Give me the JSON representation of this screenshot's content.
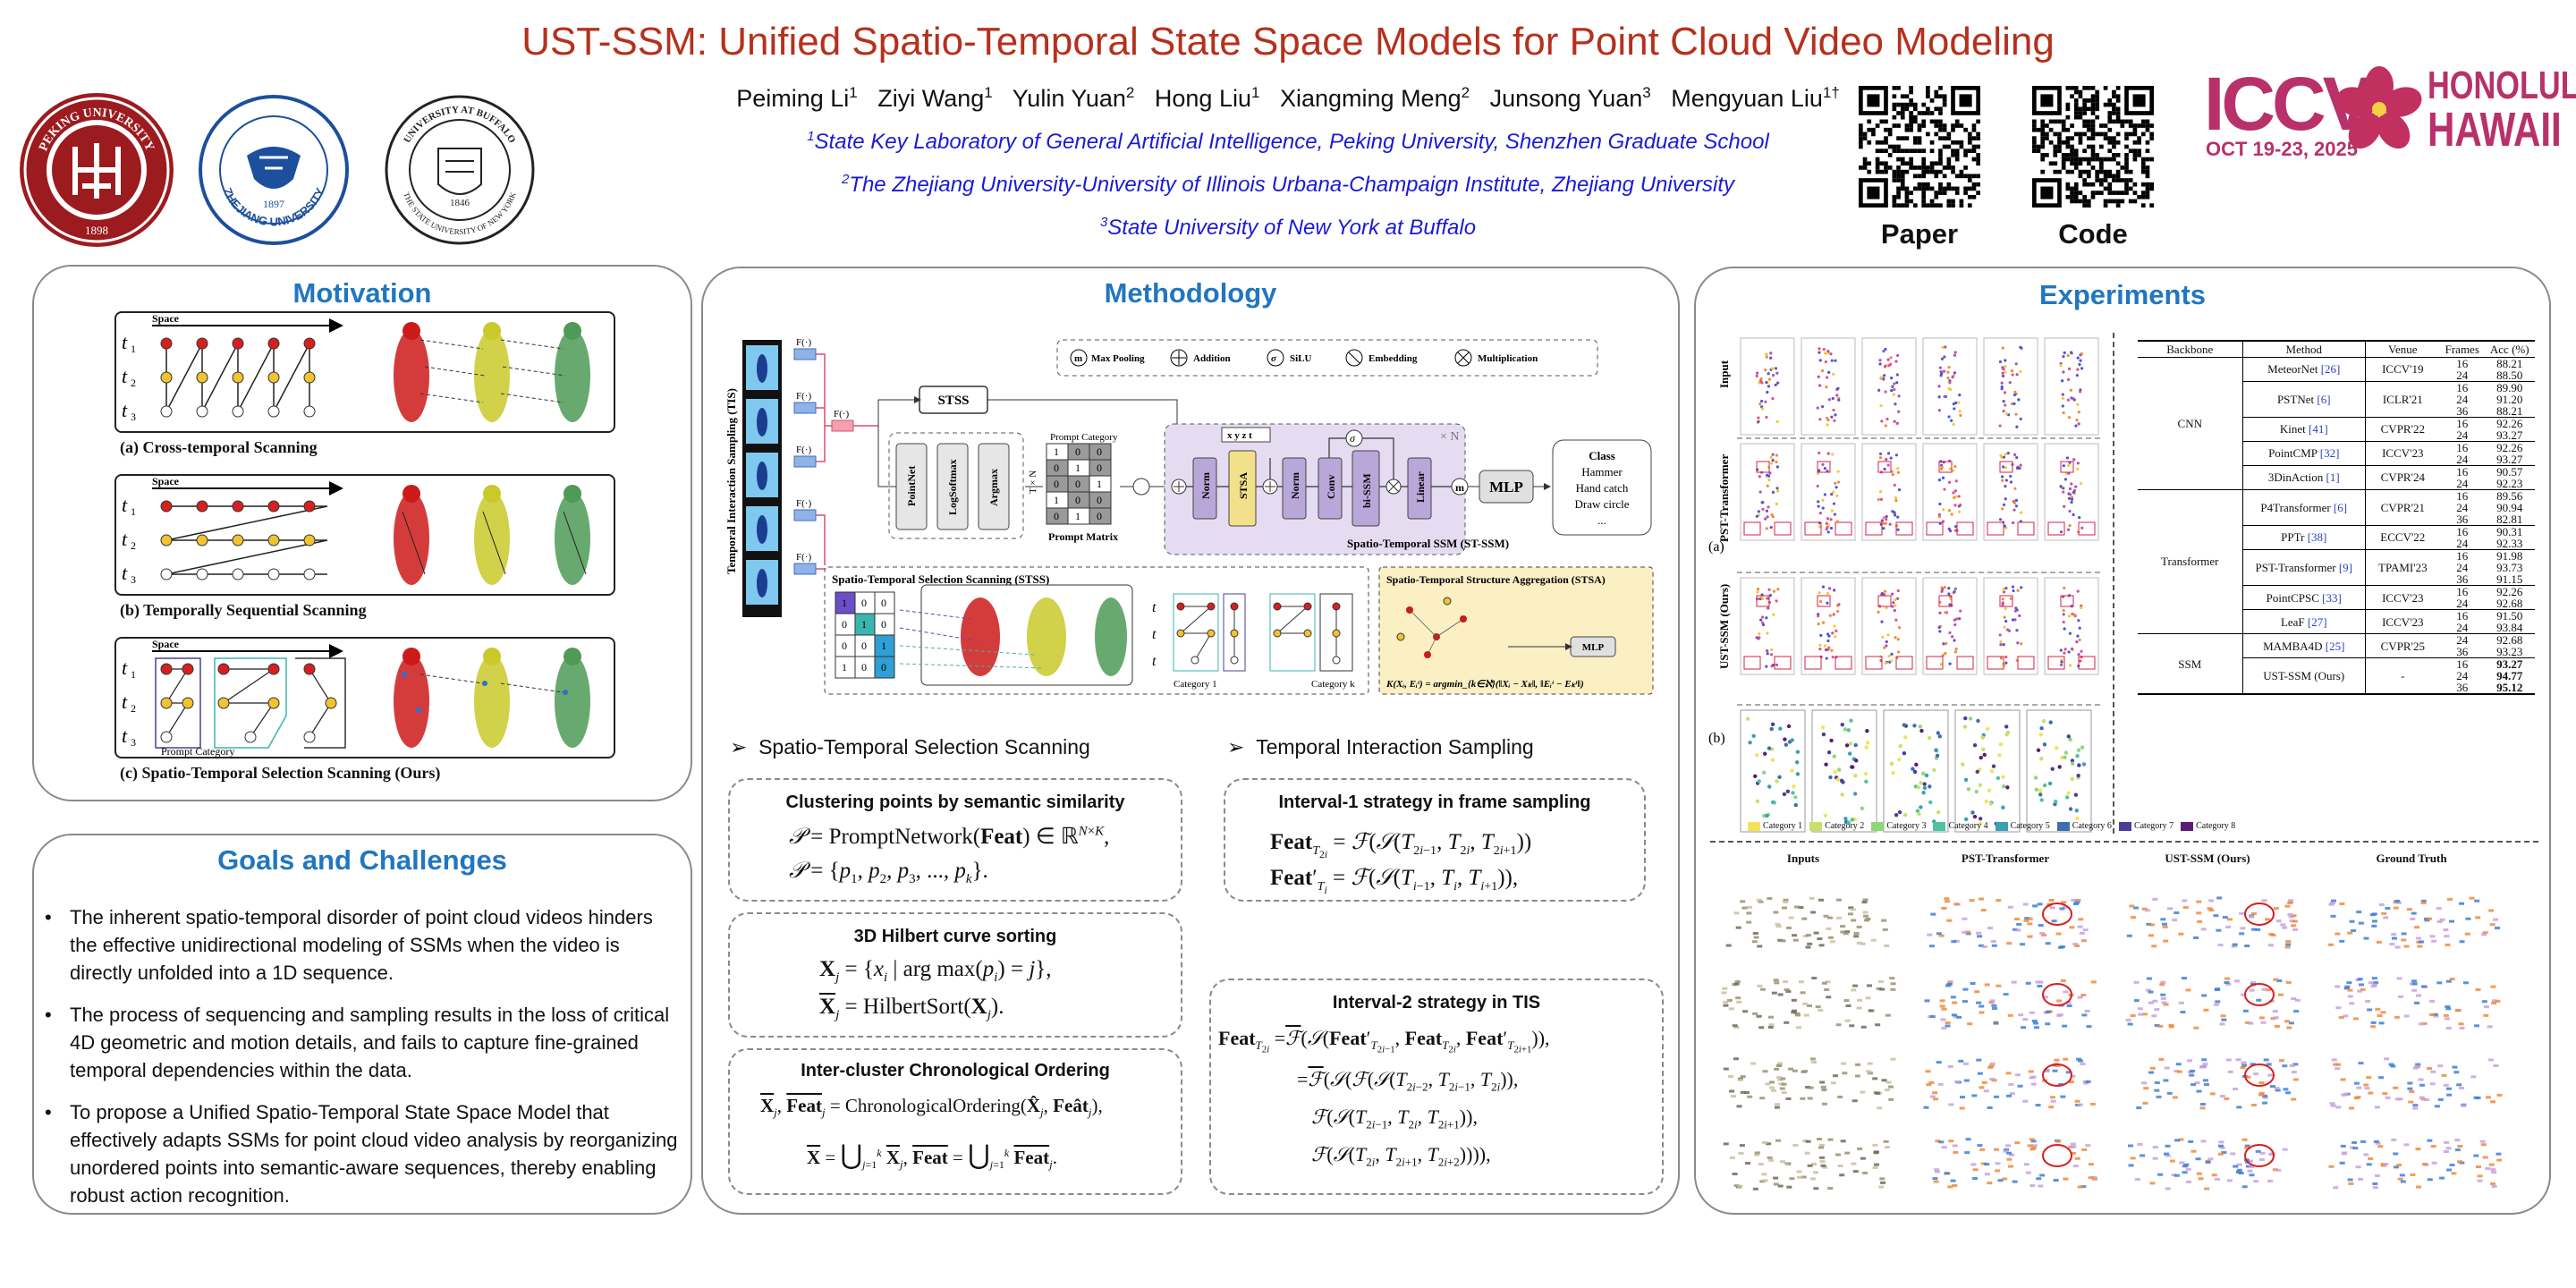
{
  "header": {
    "title": "UST-SSM: Unified Spatio-Temporal State Space Models for Point Cloud Video Modeling",
    "authors": [
      {
        "name": "Peiming Li",
        "sup": "1"
      },
      {
        "name": "Ziyi Wang",
        "sup": "1"
      },
      {
        "name": "Yulin Yuan",
        "sup": "2"
      },
      {
        "name": "Hong Liu",
        "sup": "1"
      },
      {
        "name": "Xiangming Meng",
        "sup": "2"
      },
      {
        "name": "Junsong Yuan",
        "sup": "3"
      },
      {
        "name": "Mengyuan Liu",
        "sup": "1†"
      }
    ],
    "affiliations": [
      {
        "sup": "1",
        "text": "State Key Laboratory of General Artificial Intelligence, Peking University, Shenzhen Graduate School"
      },
      {
        "sup": "2",
        "text": "The Zhejiang University-University of Illinois Urbana-Champaign Institute, Zhejiang University"
      },
      {
        "sup": "3",
        "text": "State University of New York at Buffalo"
      }
    ],
    "qr_paper_label": "Paper",
    "qr_code_label": "Code",
    "conference": {
      "name": "ICCV",
      "date": "OCT 19-23, 2025",
      "city1": "HONOLULU",
      "city2": "HAWAII"
    },
    "logos": {
      "pku_text": "PEKING UNIVERSITY",
      "pku_year": "1898",
      "zju_text": "ZHEJIANG UNIVERSITY",
      "zju_year": "1897",
      "ub_text": "UNIVERSITY AT BUFFALO",
      "ub_sub": "THE STATE UNIVERSITY OF NEW YORK",
      "ub_year": "1846"
    }
  },
  "motivation": {
    "title": "Motivation",
    "space_label": "Space",
    "t_labels": [
      "t",
      "t",
      "t"
    ],
    "t_subs": [
      "1",
      "2",
      "3"
    ],
    "prompt_category": "Prompt Category",
    "captions": [
      "(a) Cross-temporal Scanning",
      "(b) Temporally Sequential Scanning",
      "(c) Spatio-Temporal Selection Scanning (Ours)"
    ]
  },
  "goals": {
    "title": "Goals and Challenges",
    "bullets": [
      "The inherent spatio-temporal disorder of point cloud videos hinders the effective unidirectional modeling of SSMs when the video is directly unfolded into a 1D sequence.",
      "The process of sequencing and sampling results in the loss of critical 4D geometric and motion details, and fails to capture fine-grained temporal dependencies within the data.",
      "To propose a Unified Spatio-Temporal State Space Model that effectively adapts SSMs for point cloud video analysis by reorganizing unordered points into semantic-aware sequences, thereby enabling robust action recognition."
    ]
  },
  "methodology": {
    "title": "Methodology",
    "diagram": {
      "tis_label": "Temporal Interaction Sampling (TIS)",
      "f_label": "F(·)",
      "legend": [
        "Max Pooling",
        "Addition",
        "SiLU",
        "Embedding",
        "Multiplication"
      ],
      "stss_box": "STSS",
      "blocks": [
        "PointNet",
        "LogSoftmax",
        "Argmax"
      ],
      "t_times_n": "T × N",
      "prompt_category": "Prompt Category",
      "prompt_matrix": "Prompt Matrix",
      "matrix": [
        [
          "1",
          "0",
          "0"
        ],
        [
          "0",
          "1",
          "0"
        ],
        [
          "0",
          "0",
          "1"
        ],
        [
          "1",
          "0",
          "0"
        ],
        [
          "0",
          "1",
          "0"
        ]
      ],
      "st_ssm_blocks": [
        "Norm",
        "STSA",
        "Norm",
        "Conv",
        "bi-SSM",
        "Linear"
      ],
      "xyzt": "x y z t",
      "sigma": "σ",
      "times_n": "× N",
      "st_ssm_label": "Spatio-Temporal SSM (ST-SSM)",
      "mlp": "MLP",
      "classes": [
        "Class",
        "Hammer",
        "Hand catch",
        "Draw circle",
        "..."
      ],
      "stss_panel_title": "Spatio-Temporal Selection Scanning (STSS)",
      "stsa_panel_title": "Spatio-Temporal Structure Aggregation (STSA)",
      "category_1": "Category 1",
      "category_k": "Category k",
      "stsa_formula": "K(Xᵢ, Eᵢᵗ) = argmin_{k∈ℵ}(‖Xᵢ − Xₖ‖, ‖Eᵢᵗ − Eₖᵗ‖)"
    },
    "stss_heading": "Spatio-Temporal Selection Scanning",
    "tis_heading": "Temporal Interaction Sampling",
    "box1_title": "Clustering points by semantic similarity",
    "box2_title": "3D Hilbert curve sorting",
    "box3_title": "Inter-cluster Chronological Ordering",
    "box4_title": "Interval-1 strategy in frame sampling",
    "box5_title": "Interval-2 strategy in TIS"
  },
  "experiments": {
    "title": "Experiments",
    "row_labels": [
      "Input",
      "PST-Transformer",
      "UST-SSM (Ours)"
    ],
    "fig_labels": [
      "(a)",
      "(b)"
    ],
    "legend_categories": [
      "Category 1",
      "Category 2",
      "Category 3",
      "Category 4",
      "Category 5",
      "Category 6",
      "Category 7",
      "Category 8"
    ],
    "legend_colors": [
      "#f2e35a",
      "#c8e06a",
      "#8fd67b",
      "#4fc3a1",
      "#3a9fb3",
      "#3c6fae",
      "#4a3f97",
      "#5a1d73"
    ],
    "seg_headers": [
      "Inputs",
      "PST-Transformer",
      "UST-SSM (Ours)",
      "Ground Truth"
    ],
    "table": {
      "headers": [
        "Backbone",
        "Method",
        "Venue",
        "Frames",
        "Acc (%)"
      ],
      "groups": [
        {
          "backbone": "CNN",
          "methods": [
            {
              "name": "MeteorNet",
              "cite": "[26]",
              "venue": "ICCV'19",
              "rows": [
                [
                  "16",
                  "88.21"
                ],
                [
                  "24",
                  "88.50"
                ]
              ]
            },
            {
              "name": "PSTNet",
              "cite": "[6]",
              "venue": "ICLR'21",
              "rows": [
                [
                  "16",
                  "89.90"
                ],
                [
                  "24",
                  "91.20"
                ],
                [
                  "36",
                  "88.21"
                ]
              ]
            },
            {
              "name": "Kinet",
              "cite": "[41]",
              "venue": "CVPR'22",
              "rows": [
                [
                  "16",
                  "92.26"
                ],
                [
                  "24",
                  "93.27"
                ]
              ]
            },
            {
              "name": "PointCMP",
              "cite": "[32]",
              "venue": "ICCV'23",
              "rows": [
                [
                  "16",
                  "92.26"
                ],
                [
                  "24",
                  "93.27"
                ]
              ]
            },
            {
              "name": "3DinAction",
              "cite": "[1]",
              "venue": "CVPR'24",
              "rows": [
                [
                  "16",
                  "90.57"
                ],
                [
                  "24",
                  "92.23"
                ]
              ]
            }
          ]
        },
        {
          "backbone": "Transformer",
          "methods": [
            {
              "name": "P4Transformer",
              "cite": "[6]",
              "venue": "CVPR'21",
              "rows": [
                [
                  "16",
                  "89.56"
                ],
                [
                  "24",
                  "90.94"
                ],
                [
                  "36",
                  "82.81"
                ]
              ]
            },
            {
              "name": "PPTr",
              "cite": "[38]",
              "venue": "ECCV'22",
              "rows": [
                [
                  "16",
                  "90.31"
                ],
                [
                  "24",
                  "92.33"
                ]
              ]
            },
            {
              "name": "PST-Transformer",
              "cite": "[9]",
              "venue": "TPAMI'23",
              "rows": [
                [
                  "16",
                  "91.98"
                ],
                [
                  "24",
                  "93.73"
                ],
                [
                  "36",
                  "91.15"
                ]
              ]
            },
            {
              "name": "PointCPSC",
              "cite": "[33]",
              "venue": "ICCV'23",
              "rows": [
                [
                  "16",
                  "92.26"
                ],
                [
                  "24",
                  "92.68"
                ]
              ]
            },
            {
              "name": "LeaF",
              "cite": "[27]",
              "venue": "ICCV'23",
              "rows": [
                [
                  "16",
                  "91.50"
                ],
                [
                  "24",
                  "93.84"
                ]
              ]
            }
          ]
        },
        {
          "backbone": "SSM",
          "methods": [
            {
              "name": "MAMBA4D",
              "cite": "[25]",
              "venue": "CVPR'25",
              "rows": [
                [
                  "24",
                  "92.68"
                ],
                [
                  "36",
                  "93.23"
                ]
              ]
            },
            {
              "name": "UST-SSM (Ours)",
              "cite": "",
              "venue": "-",
              "rows": [
                [
                  "16",
                  "93.27"
                ],
                [
                  "24",
                  "94.77"
                ],
                [
                  "36",
                  "95.12"
                ]
              ],
              "bold": true
            }
          ]
        }
      ]
    }
  }
}
